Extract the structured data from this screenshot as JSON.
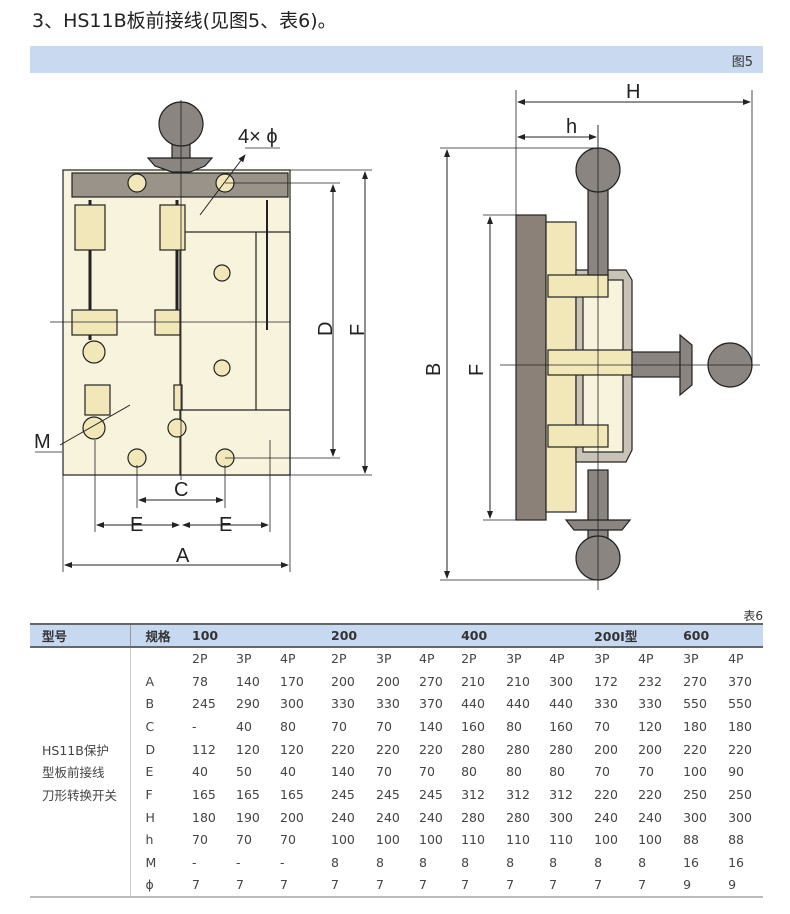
{
  "heading": "3、HS11B板前接线(见图5、表6)。",
  "figure_label": "图5",
  "figure": {
    "front_view": {
      "label_4phi": "4× ϕ",
      "label_D": "D",
      "label_F": "F",
      "label_M": "M",
      "label_C": "C",
      "label_E1": "E",
      "label_E2": "E",
      "label_A": "A"
    },
    "side_view": {
      "label_H": "H",
      "label_h": "h",
      "label_B": "B",
      "label_F": "F"
    },
    "colors": {
      "panel": "#f8f3dc",
      "bar": "#9a938a",
      "knob": "#8a8580",
      "plate": "#8b8178",
      "line": "#222222"
    }
  },
  "table_label": "表6",
  "table": {
    "header": {
      "model": "型号",
      "spec": "规格",
      "groups": [
        "100",
        "200",
        "400",
        "200I型",
        "600"
      ]
    },
    "poles": [
      "2P",
      "3P",
      "4P",
      "2P",
      "3P",
      "4P",
      "2P",
      "3P",
      "4P",
      "3P",
      "4P",
      "3P",
      "4P"
    ],
    "model_lines": [
      "HS11B保护",
      "型板前接线",
      "刀形转换开关"
    ],
    "rows": [
      {
        "param": "A",
        "values": [
          "78",
          "140",
          "170",
          "200",
          "200",
          "270",
          "210",
          "210",
          "300",
          "172",
          "232",
          "270",
          "370"
        ]
      },
      {
        "param": "B",
        "values": [
          "245",
          "290",
          "300",
          "330",
          "330",
          "370",
          "440",
          "440",
          "440",
          "330",
          "330",
          "550",
          "550"
        ]
      },
      {
        "param": "C",
        "values": [
          "-",
          "40",
          "80",
          "70",
          "70",
          "140",
          "160",
          "80",
          "160",
          "70",
          "120",
          "180",
          "180"
        ]
      },
      {
        "param": "D",
        "values": [
          "112",
          "120",
          "120",
          "220",
          "220",
          "220",
          "280",
          "280",
          "280",
          "200",
          "200",
          "220",
          "220"
        ]
      },
      {
        "param": "E",
        "values": [
          "40",
          "50",
          "40",
          "140",
          "70",
          "70",
          "80",
          "80",
          "80",
          "70",
          "70",
          "100",
          "90"
        ]
      },
      {
        "param": "F",
        "values": [
          "165",
          "165",
          "165",
          "245",
          "245",
          "245",
          "312",
          "312",
          "312",
          "220",
          "220",
          "250",
          "250"
        ]
      },
      {
        "param": "H",
        "values": [
          "180",
          "190",
          "200",
          "240",
          "240",
          "240",
          "280",
          "280",
          "300",
          "240",
          "240",
          "300",
          "300"
        ]
      },
      {
        "param": "h",
        "values": [
          "70",
          "70",
          "70",
          "100",
          "100",
          "100",
          "110",
          "110",
          "110",
          "100",
          "100",
          "88",
          "88"
        ]
      },
      {
        "param": "M",
        "values": [
          "-",
          "-",
          "-",
          "8",
          "8",
          "8",
          "8",
          "8",
          "8",
          "8",
          "8",
          "16",
          "16"
        ]
      },
      {
        "param": "ϕ",
        "values": [
          "7",
          "7",
          "7",
          "7",
          "7",
          "7",
          "7",
          "7",
          "7",
          "7",
          "7",
          "9",
          "9"
        ]
      }
    ]
  }
}
